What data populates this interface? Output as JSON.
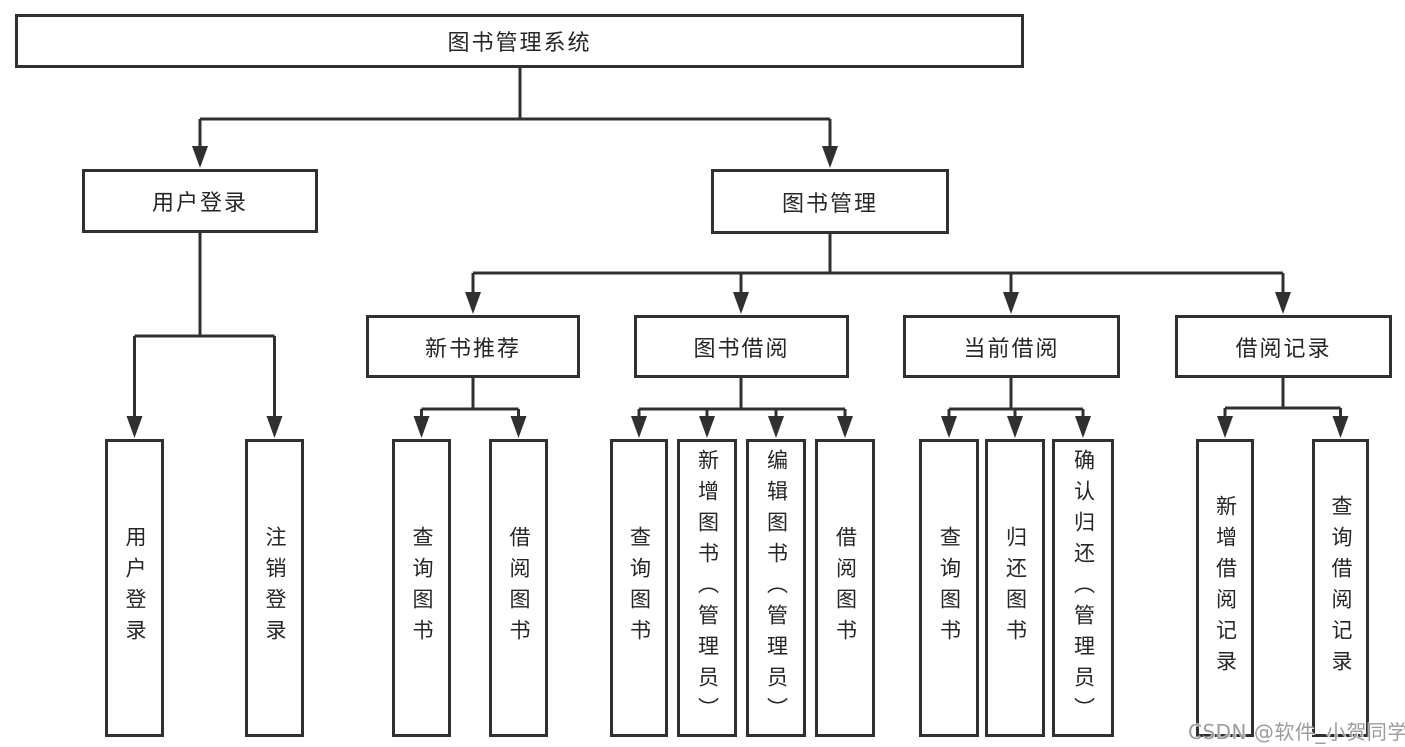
{
  "diagram": {
    "title": "图书管理系统",
    "nodes": {
      "root": {
        "label": "图书管理系统",
        "level": 1
      },
      "user_login": {
        "label": "用户登录",
        "level": 2,
        "parent": "root"
      },
      "book_mgmt": {
        "label": "图书管理",
        "level": 2,
        "parent": "root"
      },
      "new_book_rec": {
        "label": "新书推荐",
        "level": 3,
        "parent": "book_mgmt"
      },
      "book_borrow": {
        "label": "图书借阅",
        "level": 3,
        "parent": "book_mgmt"
      },
      "current_borrow": {
        "label": "当前借阅",
        "level": 3,
        "parent": "book_mgmt"
      },
      "borrow_record": {
        "label": "借阅记录",
        "level": 3,
        "parent": "book_mgmt"
      },
      "leaf_user_login": {
        "label": "用户登录",
        "level": 4,
        "parent": "user_login"
      },
      "leaf_logout": {
        "label": "注销登录",
        "level": 4,
        "parent": "user_login"
      },
      "leaf_query_book_rec": {
        "label": "查询图书",
        "level": 4,
        "parent": "new_book_rec"
      },
      "leaf_borrow_book_rec": {
        "label": "借阅图书",
        "level": 4,
        "parent": "new_book_rec"
      },
      "leaf_query_book_borrow": {
        "label": "查询图书",
        "level": 4,
        "parent": "book_borrow"
      },
      "leaf_add_book": {
        "label": "新增图书（管理员）",
        "level": 4,
        "parent": "book_borrow"
      },
      "leaf_edit_book": {
        "label": "编辑图书（管理员）",
        "level": 4,
        "parent": "book_borrow"
      },
      "leaf_borrow_book": {
        "label": "借阅图书",
        "level": 4,
        "parent": "book_borrow"
      },
      "leaf_query_book_current": {
        "label": "查询图书",
        "level": 4,
        "parent": "current_borrow"
      },
      "leaf_return_book": {
        "label": "归还图书",
        "level": 4,
        "parent": "current_borrow"
      },
      "leaf_confirm_return": {
        "label": "确认归还（管理员）",
        "level": 4,
        "parent": "current_borrow"
      },
      "leaf_add_record": {
        "label": "新增借阅记录",
        "level": 4,
        "parent": "borrow_record"
      },
      "leaf_query_record": {
        "label": "查询借阅记录",
        "level": 4,
        "parent": "borrow_record"
      }
    }
  },
  "watermark": {
    "text": "CSDN @软件_小贺同学"
  },
  "colors": {
    "line": "#303030",
    "box_border": "#303030",
    "text": "#262626",
    "watermark": "#9c9c9c",
    "background": "#ffffff"
  }
}
